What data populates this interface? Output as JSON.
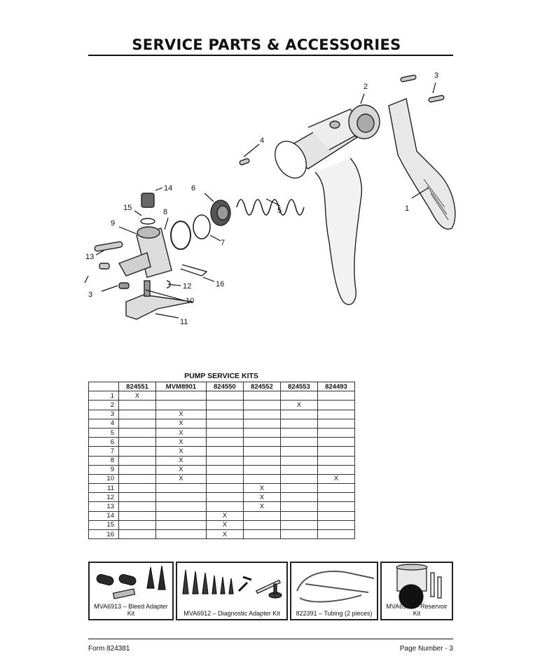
{
  "page_title": "SERVICE PARTS & ACCESSORIES",
  "diagram": {
    "callouts": [
      "1",
      "2",
      "3",
      "3",
      "4",
      "5",
      "6",
      "7",
      "8",
      "9",
      "10",
      "11",
      "12",
      "13",
      "14",
      "15",
      "16"
    ]
  },
  "pump_kits": {
    "title": "PUMP SERVICE KITS",
    "columns": [
      "",
      "824551",
      "MVM8901",
      "824550",
      "824552",
      "824553",
      "824493"
    ],
    "rows": [
      [
        "1",
        "X",
        "",
        "",
        "",
        "",
        ""
      ],
      [
        "2",
        "",
        "",
        "",
        "",
        "X",
        ""
      ],
      [
        "3",
        "",
        "X",
        "",
        "",
        "",
        ""
      ],
      [
        "4",
        "",
        "X",
        "",
        "",
        "",
        ""
      ],
      [
        "5",
        "",
        "X",
        "",
        "",
        "",
        ""
      ],
      [
        "6",
        "",
        "X",
        "",
        "",
        "",
        ""
      ],
      [
        "7",
        "",
        "X",
        "",
        "",
        "",
        ""
      ],
      [
        "8",
        "",
        "X",
        "",
        "",
        "",
        ""
      ],
      [
        "9",
        "",
        "X",
        "",
        "",
        "",
        ""
      ],
      [
        "10",
        "",
        "X",
        "",
        "",
        "",
        "X"
      ],
      [
        "11",
        "",
        "",
        "",
        "X",
        "",
        ""
      ],
      [
        "12",
        "",
        "",
        "",
        "X",
        "",
        ""
      ],
      [
        "13",
        "",
        "",
        "",
        "X",
        "",
        ""
      ],
      [
        "14",
        "",
        "",
        "X",
        "",
        "",
        ""
      ],
      [
        "15",
        "",
        "",
        "X",
        "",
        "",
        ""
      ],
      [
        "16",
        "",
        "",
        "X",
        "",
        "",
        ""
      ]
    ]
  },
  "accessories": [
    {
      "caption": "MVA6913 – Bleed Adapter Kit"
    },
    {
      "caption": "MVA6912 – Diagnostic Adapter Kit"
    },
    {
      "caption": "822391 – Tubing (2 pieces)"
    },
    {
      "caption": "MVA6910 – Reservoir Kit"
    }
  ],
  "footer": {
    "form": "Form  824381",
    "page": "Page Number - 3"
  }
}
